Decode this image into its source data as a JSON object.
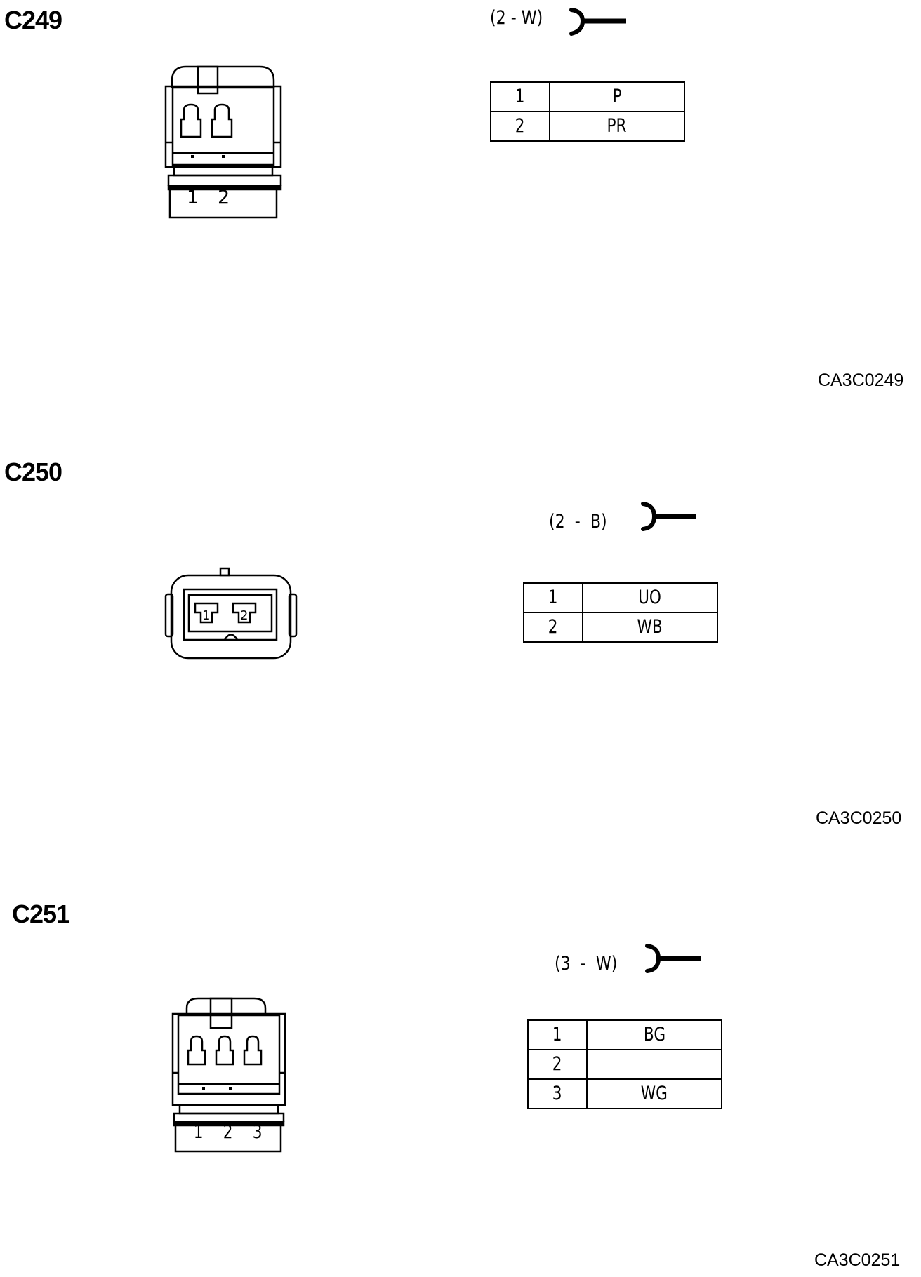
{
  "connectors": [
    {
      "id": "C249",
      "spec": "(2 - W)",
      "reference": "CA3C0249",
      "face_labels": [
        "1",
        "2"
      ],
      "pins": [
        {
          "pin": "1",
          "wire": "P"
        },
        {
          "pin": "2",
          "wire": "PR"
        }
      ]
    },
    {
      "id": "C250",
      "spec": "(2  -  B)",
      "reference": "CA3C0250",
      "face_labels": [
        "1",
        "2"
      ],
      "pins": [
        {
          "pin": "1",
          "wire": "UO"
        },
        {
          "pin": "2",
          "wire": "WB"
        }
      ]
    },
    {
      "id": "C251",
      "spec": "(3  -  W)",
      "reference": "CA3C0251",
      "face_labels": [
        "1",
        "2",
        "3"
      ],
      "pins": [
        {
          "pin": "1",
          "wire": "BG"
        },
        {
          "pin": "2",
          "wire": ""
        },
        {
          "pin": "3",
          "wire": "WG"
        }
      ]
    }
  ]
}
